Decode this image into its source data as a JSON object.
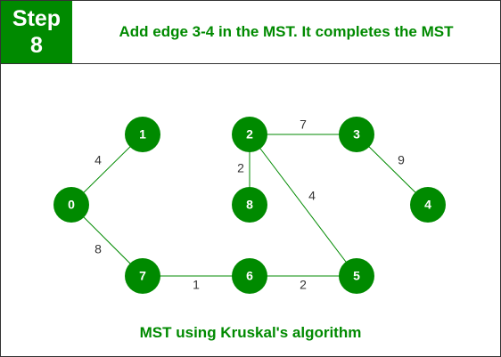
{
  "header": {
    "step_word": "Step",
    "step_number": "8",
    "message": "Add edge 3-4 in the MST. It completes the MST"
  },
  "caption": "MST using Kruskal's algorithm",
  "colors": {
    "node_fill": "#008a00",
    "edge": "#008a00",
    "text_green": "#008a00"
  },
  "graph": {
    "nodes": [
      "0",
      "1",
      "2",
      "3",
      "4",
      "5",
      "6",
      "7",
      "8"
    ],
    "edges": [
      {
        "from": "0",
        "to": "1",
        "weight": "4"
      },
      {
        "from": "0",
        "to": "7",
        "weight": "8"
      },
      {
        "from": "7",
        "to": "6",
        "weight": "1"
      },
      {
        "from": "6",
        "to": "5",
        "weight": "2"
      },
      {
        "from": "2",
        "to": "8",
        "weight": "2"
      },
      {
        "from": "2",
        "to": "5",
        "weight": "4"
      },
      {
        "from": "2",
        "to": "3",
        "weight": "7"
      },
      {
        "from": "3",
        "to": "4",
        "weight": "9"
      }
    ]
  }
}
